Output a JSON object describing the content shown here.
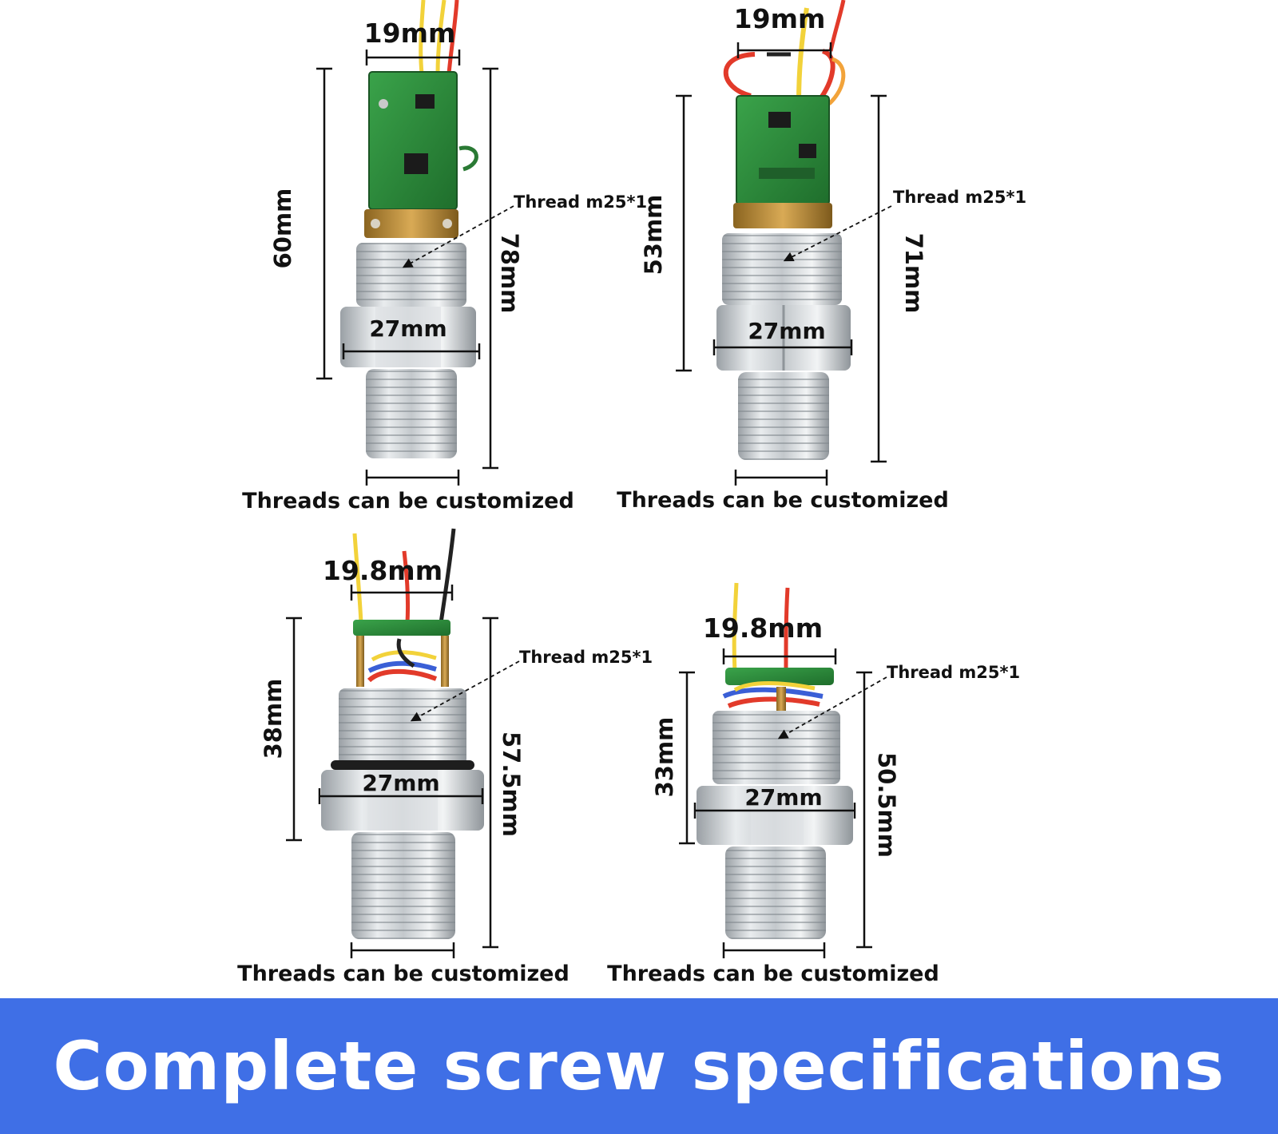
{
  "banner": {
    "title": "Complete screw specifications"
  },
  "products": [
    {
      "top_width": "19mm",
      "hex_width": "27mm",
      "inner_height": "60mm",
      "total_height": "78mm",
      "thread_note": "Thread m25*1",
      "caption": "Threads can be customized"
    },
    {
      "top_width": "19mm",
      "hex_width": "27mm",
      "inner_height": "53mm",
      "total_height": "71mm",
      "thread_note": "Thread m25*1",
      "caption": "Threads can be customized"
    },
    {
      "top_width": "19.8mm",
      "hex_width": "27mm",
      "inner_height": "38mm",
      "total_height": "57.5mm",
      "thread_note": "Thread m25*1",
      "caption": "Threads can be customized"
    },
    {
      "top_width": "19.8mm",
      "hex_width": "27mm",
      "inner_height": "33mm",
      "total_height": "50.5mm",
      "thread_note": "Thread m25*1",
      "caption": "Threads can be customized"
    }
  ],
  "colors": {
    "banner_background": "#3f6fe6",
    "banner_text": "#ffffff",
    "pcb_green": "#2f8f3f",
    "brass": "#b8893a",
    "steel": "#cfd3d6",
    "wire_red": "#e23a2a",
    "wire_yellow": "#f2d23a",
    "wire_black": "#222222"
  }
}
